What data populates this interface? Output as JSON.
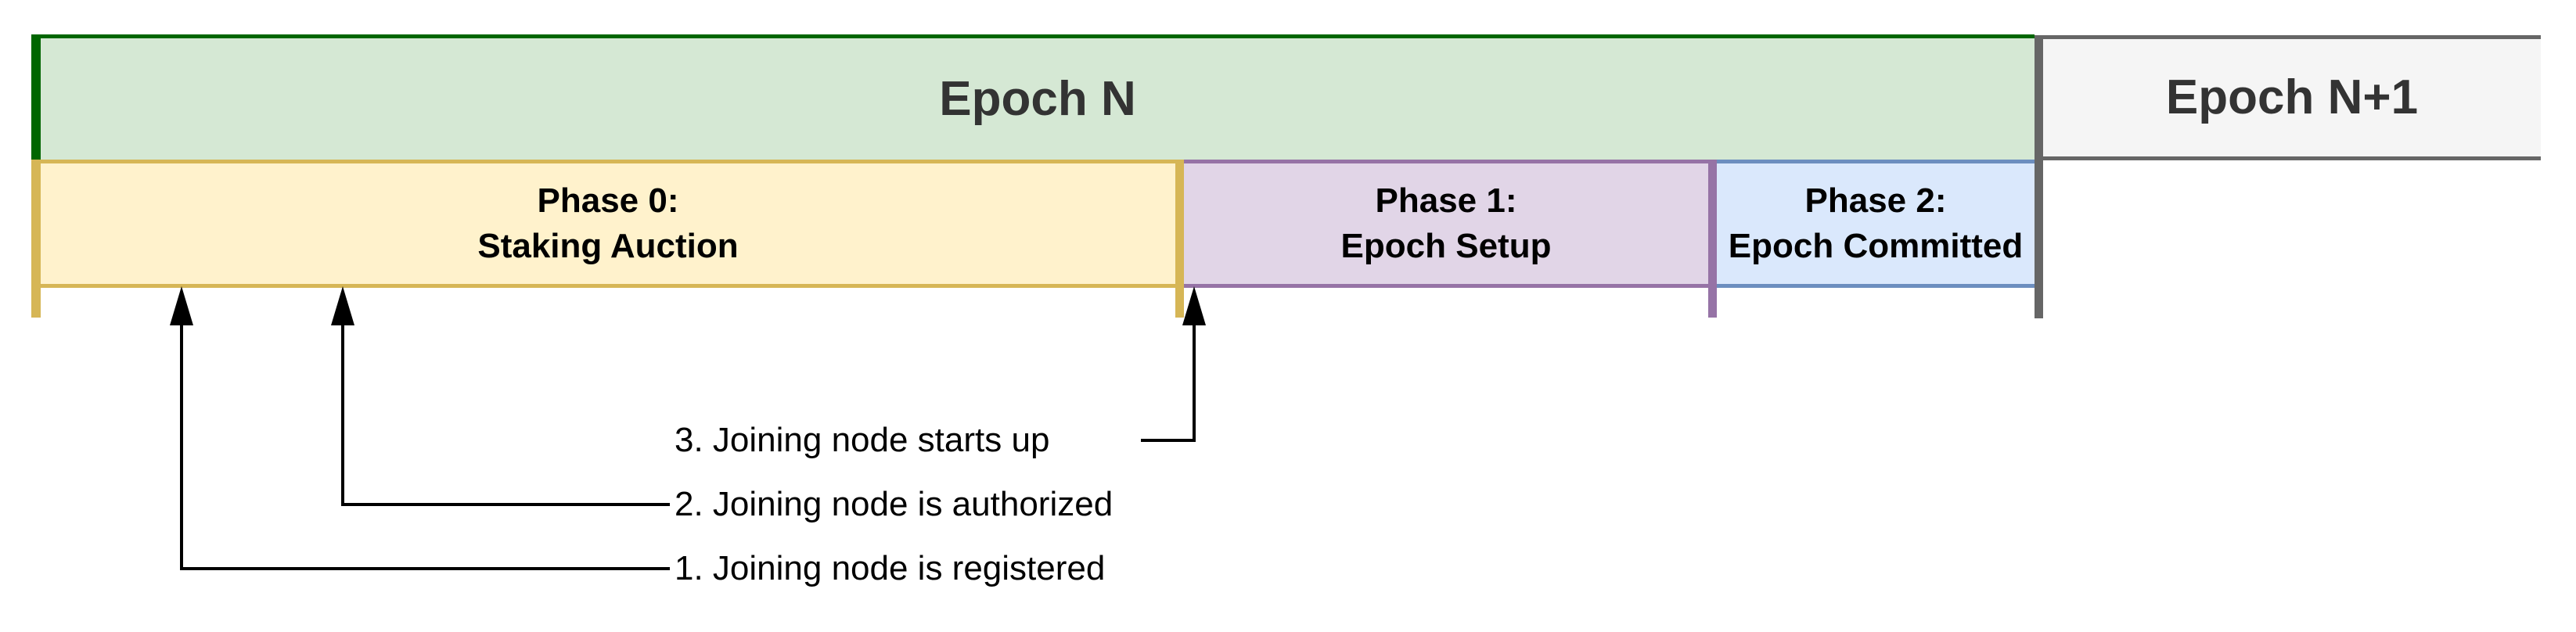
{
  "diagram": {
    "epochs": [
      {
        "label": "Epoch N"
      },
      {
        "label": "Epoch N+1"
      }
    ],
    "phases": [
      {
        "line1": "Phase 0:",
        "line2": "Staking Auction"
      },
      {
        "line1": "Phase 1:",
        "line2": "Epoch Setup"
      },
      {
        "line1": "Phase 2:",
        "line2": "Epoch Committed"
      }
    ],
    "annotations": [
      {
        "label": "1. Joining node is registered"
      },
      {
        "label": "2. Joining node is authorized"
      },
      {
        "label": "3. Joining node starts up"
      }
    ]
  },
  "colors": {
    "ink": "#000000",
    "epoch-text": "#333333",
    "dark-green": "#006600",
    "green-fill": "#d5e8d4",
    "gold": "#d6b656",
    "yellow-fill": "#fff2cc",
    "purple": "#9673a6",
    "purple-fill": "#e1d5e7",
    "blue": "#6c8ebf",
    "blue-fill": "#dae8fc",
    "gray": "#666666",
    "gray-fill": "#f5f5f5",
    "canvas": "#ffffff"
  }
}
